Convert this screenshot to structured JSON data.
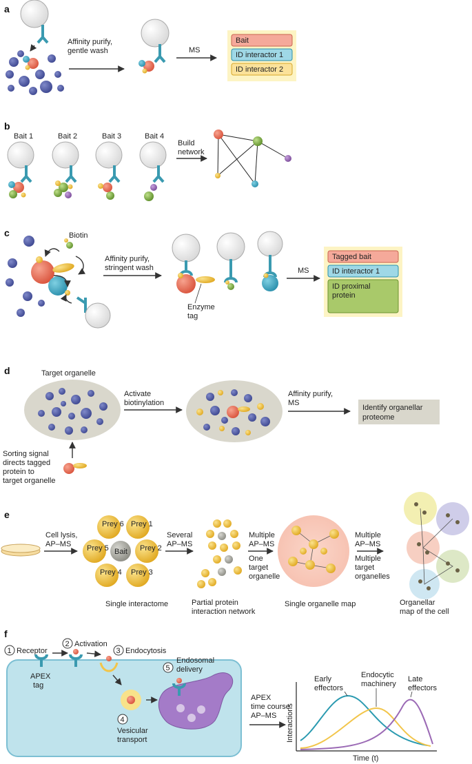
{
  "colors": {
    "bait": "#e8705a",
    "interactor1": "#3aa9c4",
    "interactor2": "#f2c54a",
    "green": "#8cb84a",
    "purple": "#9b6ab5",
    "navy": "#4a55a0",
    "antibody": "#3a9ab0",
    "cell": "#bfe3ec",
    "endosome": "#a47bc8",
    "legend_bg": "#fdf4c4",
    "organelle_bg": "#d9d7cc"
  },
  "panels": {
    "a": "a",
    "b": "b",
    "c": "c",
    "d": "d",
    "e": "e",
    "f": "f"
  },
  "a": {
    "step1": [
      "Affinity purify,",
      "gentle wash"
    ],
    "step2": "MS",
    "legend": [
      "Bait",
      "ID interactor 1",
      "ID interactor 2"
    ]
  },
  "b": {
    "baits": [
      "Bait 1",
      "Bait 2",
      "Bait 3",
      "Bait 4"
    ],
    "step": [
      "Build",
      "network"
    ]
  },
  "c": {
    "biotin": "Biotin",
    "step1": [
      "Affinity purify,",
      "stringent wash"
    ],
    "enzyme": [
      "Enzyme",
      "tag"
    ],
    "step2": "MS",
    "legend": [
      "Tagged bait",
      "ID interactor 1",
      "ID proximal",
      "protein"
    ]
  },
  "d": {
    "target": "Target organelle",
    "step1": [
      "Activate",
      "biotinylation"
    ],
    "step2": [
      "Affinity purify,",
      "MS"
    ],
    "result": [
      "Identify organellar",
      "proteome"
    ],
    "sorting": [
      "Sorting signal",
      "directs tagged",
      "protein to",
      "target organelle"
    ]
  },
  "e": {
    "step1": [
      "Cell lysis,",
      "AP–MS"
    ],
    "bait": "Bait",
    "preys": [
      "Prey 1",
      "Prey 2",
      "Prey 3",
      "Prey 4",
      "Prey 5",
      "Prey 6"
    ],
    "step2": [
      "Several",
      "AP–MS"
    ],
    "step3": [
      "Multiple",
      "AP–MS",
      "One",
      "target",
      "organelle"
    ],
    "step4": [
      "Multiple",
      "AP–MS",
      "Multiple",
      "target",
      "organelles"
    ],
    "captions": {
      "interactome": "Single interactome",
      "partial": [
        "Partial protein",
        "interaction network"
      ],
      "single_map": "Single organelle map",
      "cell_map": [
        "Organellar",
        "map of the cell"
      ]
    }
  },
  "f": {
    "steps": [
      {
        "num": "1",
        "label": "Receptor"
      },
      {
        "num": "2",
        "label": "Activation"
      },
      {
        "num": "3",
        "label": "Endocytosis"
      },
      {
        "num": "4",
        "label": "Vesicular"
      },
      {
        "num": "5",
        "label": "Endosomal"
      }
    ],
    "step4_line2": "transport",
    "step5_line2": "delivery",
    "apex_tag": [
      "APEX",
      "tag"
    ],
    "timecourse": [
      "APEX",
      "time course",
      "AP–MS"
    ],
    "ylabel": "Interactions",
    "xlabel": "Time (t)",
    "curves": [
      "Early",
      "effectors",
      "Endocytic",
      "machinery",
      "Late",
      "effectors"
    ]
  }
}
